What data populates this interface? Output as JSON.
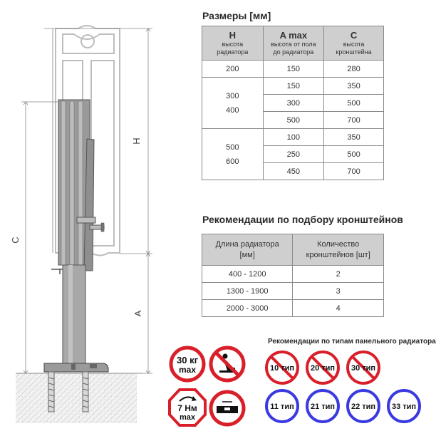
{
  "dimensions": {
    "title": "Размеры [мм]",
    "headers": [
      {
        "code": "H",
        "desc": [
          "высота",
          "радиатора"
        ]
      },
      {
        "code": "A max",
        "desc": [
          "высота от пола",
          "до радиатора"
        ]
      },
      {
        "code": "C",
        "desc": [
          "высота",
          "кронштейна"
        ]
      }
    ],
    "groups": [
      {
        "h_lines": [
          "200"
        ],
        "rows": [
          [
            "150",
            "280"
          ]
        ]
      },
      {
        "h_lines": [
          "300",
          "400"
        ],
        "rows": [
          [
            "150",
            "350"
          ],
          [
            "300",
            "500"
          ],
          [
            "500",
            "700"
          ]
        ]
      },
      {
        "h_lines": [
          "500",
          "600"
        ],
        "rows": [
          [
            "100",
            "350"
          ],
          [
            "250",
            "500"
          ],
          [
            "450",
            "700"
          ]
        ]
      }
    ]
  },
  "brackets": {
    "title": "Рекомендации по подбору кронштейнов",
    "headers": [
      [
        "Длина радиатора",
        "[мм]"
      ],
      [
        "Количество",
        "кронштейнов [шт]"
      ]
    ],
    "rows": [
      [
        "400 - 1200",
        "2"
      ],
      [
        "1300 - 1900",
        "3"
      ],
      [
        "2000 - 3000",
        "4"
      ]
    ]
  },
  "panel_types": {
    "title": "Рекомендации по типам панельного радиатора",
    "not_allowed": [
      "10 тип",
      "20 тип",
      "30 тип"
    ],
    "allowed": [
      "11 тип",
      "21 тип",
      "22 тип",
      "33 тип"
    ]
  },
  "warning_signs": {
    "weight_value": "30 кг",
    "weight_suffix": "max",
    "torque_value": "7 Нм",
    "torque_suffix": "max"
  },
  "drawing_labels": {
    "h": "H",
    "c": "C",
    "a": "A"
  },
  "colors": {
    "no_sign": "#d9202a",
    "ok_sign": "#3a3ae0",
    "header_bg": "#cfcfcf"
  }
}
